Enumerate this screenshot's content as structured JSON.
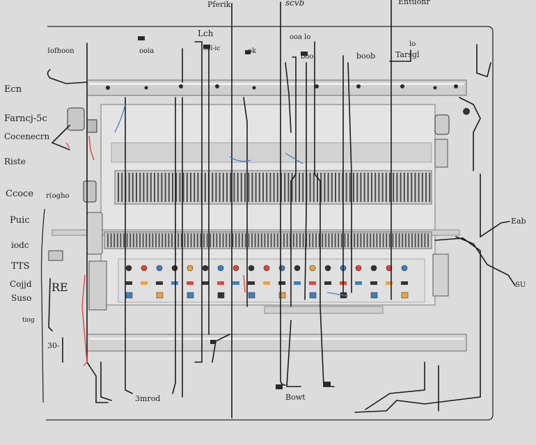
{
  "colors": {
    "background": "#dcdcdc",
    "wire": "#1a1a1a",
    "wire_red": "#e0443a",
    "wire_blue": "#3d7fbf",
    "frame": "#bdbdbd",
    "board": "#e4e4e4"
  },
  "labels": {
    "top_1": "Pferik",
    "top_2": "scvb",
    "top_3": "Entuonr",
    "upper_1": "Lch",
    "upper_2": "ooa lo",
    "upper_3": "lo",
    "upper_4": "Iofhoon",
    "upper_5": "ooia",
    "upper_6": "ocl-ic",
    "upper_7": "ok",
    "upper_8": "boo",
    "upper_9": "boob",
    "upper_10": "Tarsgl",
    "left_1": "Ecn",
    "left_2": "Farncj-5c",
    "left_3": "Cocenecrn",
    "left_4": "Riste",
    "left_5": "Ccoce",
    "left_6": "r(ogho",
    "left_7": "Puic",
    "left_8": "iodc",
    "left_9": "TTS",
    "left_10": "Cojjd",
    "left_11": "Suso",
    "left_12": "tiog",
    "left_13": "RE",
    "left_14": "30-",
    "right_1": "Eab",
    "right_2": "SU",
    "bottom_1": "3mrod",
    "bottom_2": "Bowt"
  }
}
